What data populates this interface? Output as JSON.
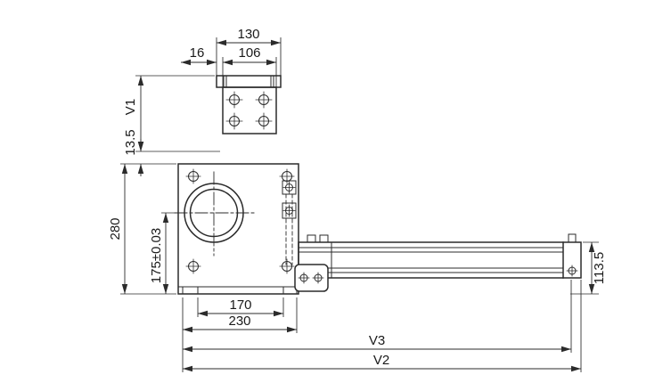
{
  "drawing": {
    "type": "engineering-dimension-drawing",
    "background": "#ffffff",
    "line_color": "#2b2b2b",
    "text_color": "#1a1a1a",
    "dims": {
      "width_130": "130",
      "offset_16": "16",
      "pitch_106": "106",
      "v1": "V1",
      "thickness_13_5": "13.5",
      "height_280": "280",
      "bore_center_175": "175±0.03",
      "pitch_170": "170",
      "width_230": "230",
      "v3": "V3",
      "v2": "V2",
      "rail_height_113_5": "113.5"
    }
  }
}
